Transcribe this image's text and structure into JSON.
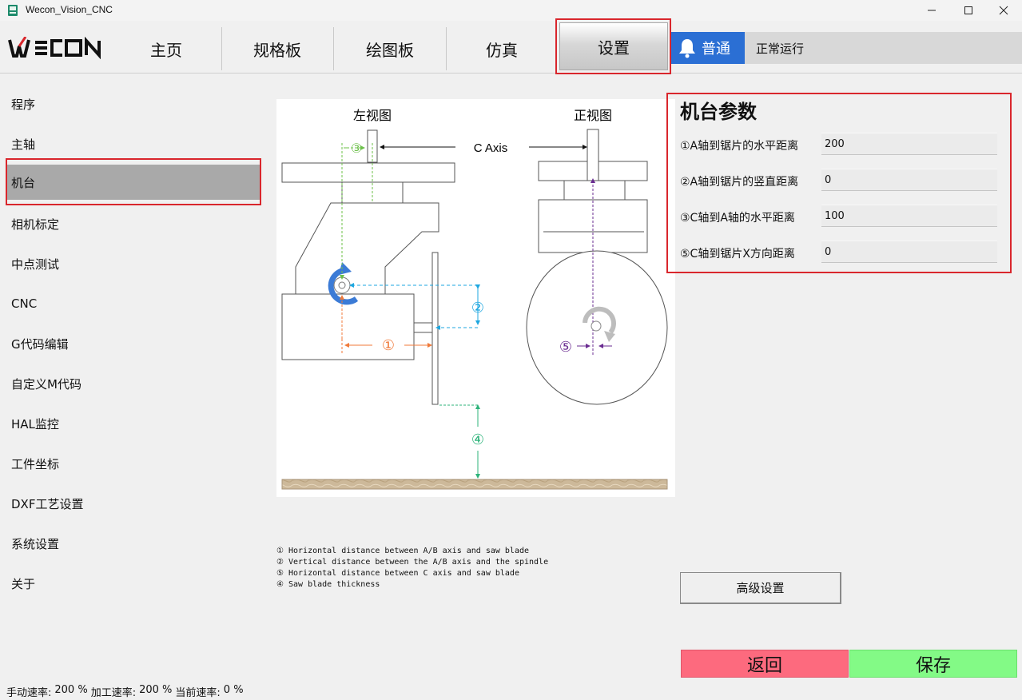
{
  "window": {
    "title": "Wecon_Vision_CNC"
  },
  "logo": {
    "text": "WECON"
  },
  "nav": {
    "tabs": [
      {
        "label": "主页"
      },
      {
        "label": "规格板"
      },
      {
        "label": "绘图板"
      },
      {
        "label": "仿真"
      },
      {
        "label": "设置"
      }
    ],
    "alarm_level": "普通",
    "run_status": "正常运行"
  },
  "sidebar": {
    "items": [
      {
        "label": "程序"
      },
      {
        "label": "主轴"
      },
      {
        "label": "机台"
      },
      {
        "label": "相机标定"
      },
      {
        "label": "中点测试"
      },
      {
        "label": "CNC"
      },
      {
        "label": "G代码编辑"
      },
      {
        "label": "自定义M代码"
      },
      {
        "label": "HAL监控"
      },
      {
        "label": "工件坐标"
      },
      {
        "label": "DXF工艺设置"
      },
      {
        "label": "系统设置"
      },
      {
        "label": "关于"
      }
    ]
  },
  "diagram": {
    "left_view": "左视图",
    "front_view": "正视图",
    "c_axis": "C Axis",
    "marks": {
      "m1": "①",
      "m2": "②",
      "m3": "③",
      "m4": "④",
      "m5": "⑤"
    },
    "colors": {
      "orange": "#f07a3a",
      "cyan": "#1ea7e0",
      "green": "#6cc04a",
      "teal": "#2db37a",
      "purple": "#6a2c91",
      "blue": "#3b7bd6"
    }
  },
  "legend": [
    "① Horizontal distance between A/B axis and saw blade",
    "② Vertical distance between the A/B axis and the spindle",
    "⑤ Horizontal distance between C axis and saw blade",
    "④ Saw blade thickness"
  ],
  "params": {
    "title": "机台参数",
    "rows": [
      {
        "label": "①A轴到锯片的水平距离",
        "value": "200"
      },
      {
        "label": "②A轴到锯片的竖直距离",
        "value": "0"
      },
      {
        "label": "③C轴到A轴的水平距离",
        "value": "100"
      },
      {
        "label": "⑤C轴到锯片X方向距离",
        "value": "0"
      }
    ]
  },
  "buttons": {
    "advanced": "高级设置",
    "back": "返回",
    "save": "保存"
  },
  "statusbar": {
    "manual_label": "手动速率:",
    "manual_value": "200 %",
    "process_label": "加工速率:",
    "process_value": "200 %",
    "current_label": "当前速率:",
    "current_value": "0 %"
  }
}
